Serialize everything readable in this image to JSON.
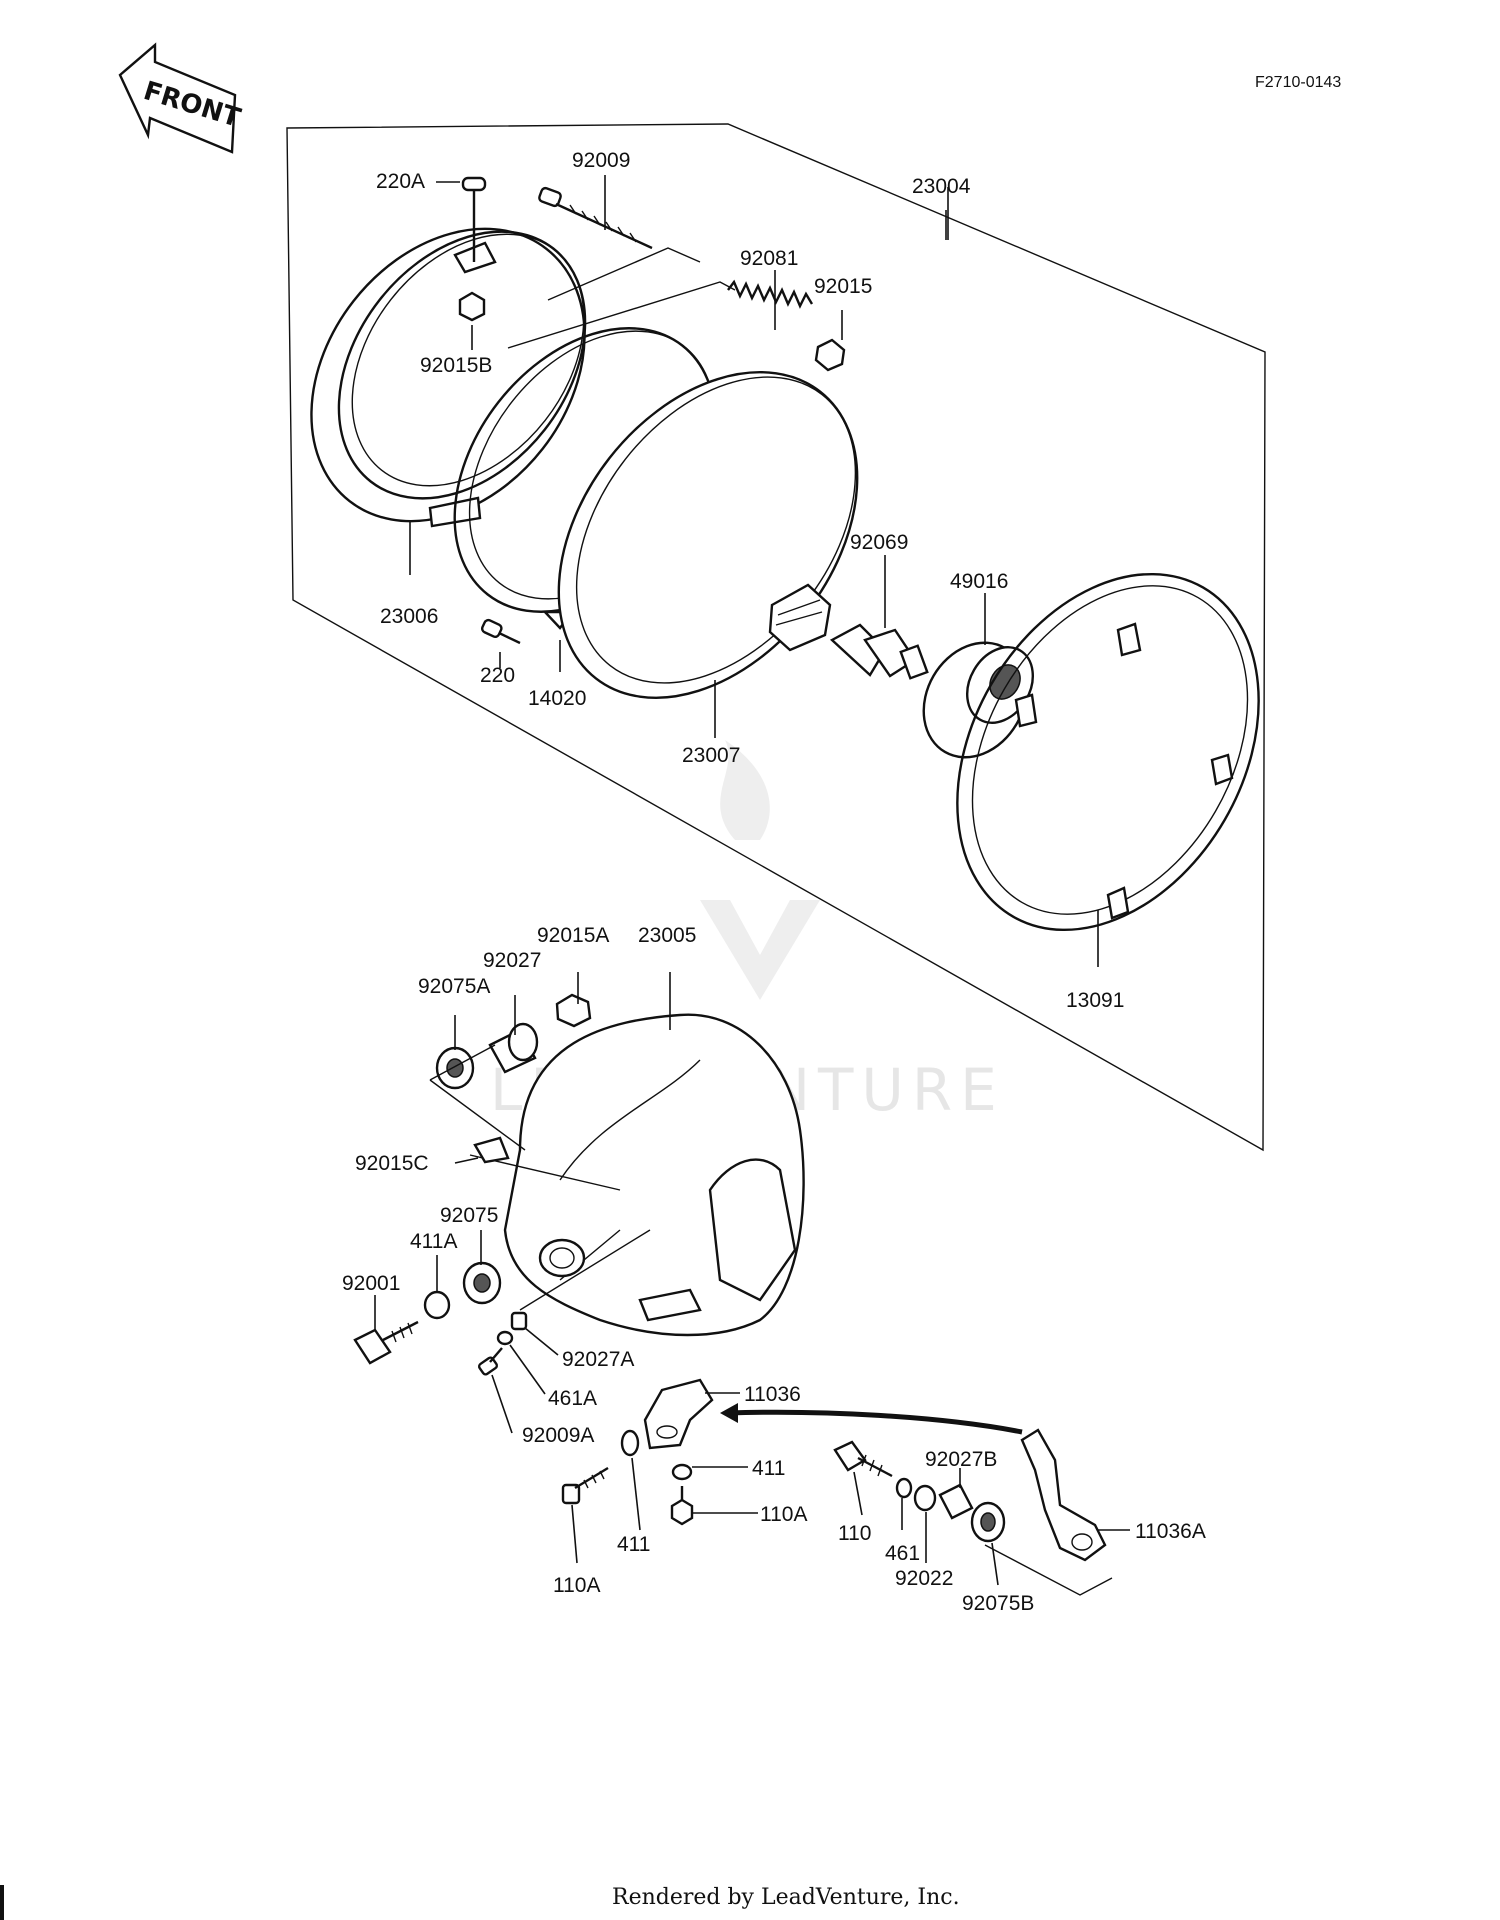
{
  "header": {
    "front_label": "FRONT",
    "diagram_code": "F2710-0143"
  },
  "watermark": "LEADVENTURE",
  "footer": "Rendered by LeadVenture, Inc.",
  "callouts": {
    "p220A": "220A",
    "p92009": "92009",
    "p23004": "23004",
    "p92081": "92081",
    "p92015": "92015",
    "p92015B": "92015B",
    "p92069": "92069",
    "p49016": "49016",
    "p23006": "23006",
    "p220": "220",
    "p14020": "14020",
    "p23007": "23007",
    "p13091": "13091",
    "p92015A": "92015A",
    "p23005": "23005",
    "p92027": "92027",
    "p92075A": "92075A",
    "p92015C": "92015C",
    "p92075": "92075",
    "p411A": "411A",
    "p92001": "92001",
    "p92027A": "92027A",
    "p461A": "461A",
    "p11036": "11036",
    "p92009A": "92009A",
    "p411": "411",
    "p110A": "110A",
    "p411b": "411",
    "p110Ab": "110A",
    "p92027B": "92027B",
    "p110": "110",
    "p461": "461",
    "p92022": "92022",
    "p11036A": "11036A",
    "p92075B": "92075B"
  }
}
